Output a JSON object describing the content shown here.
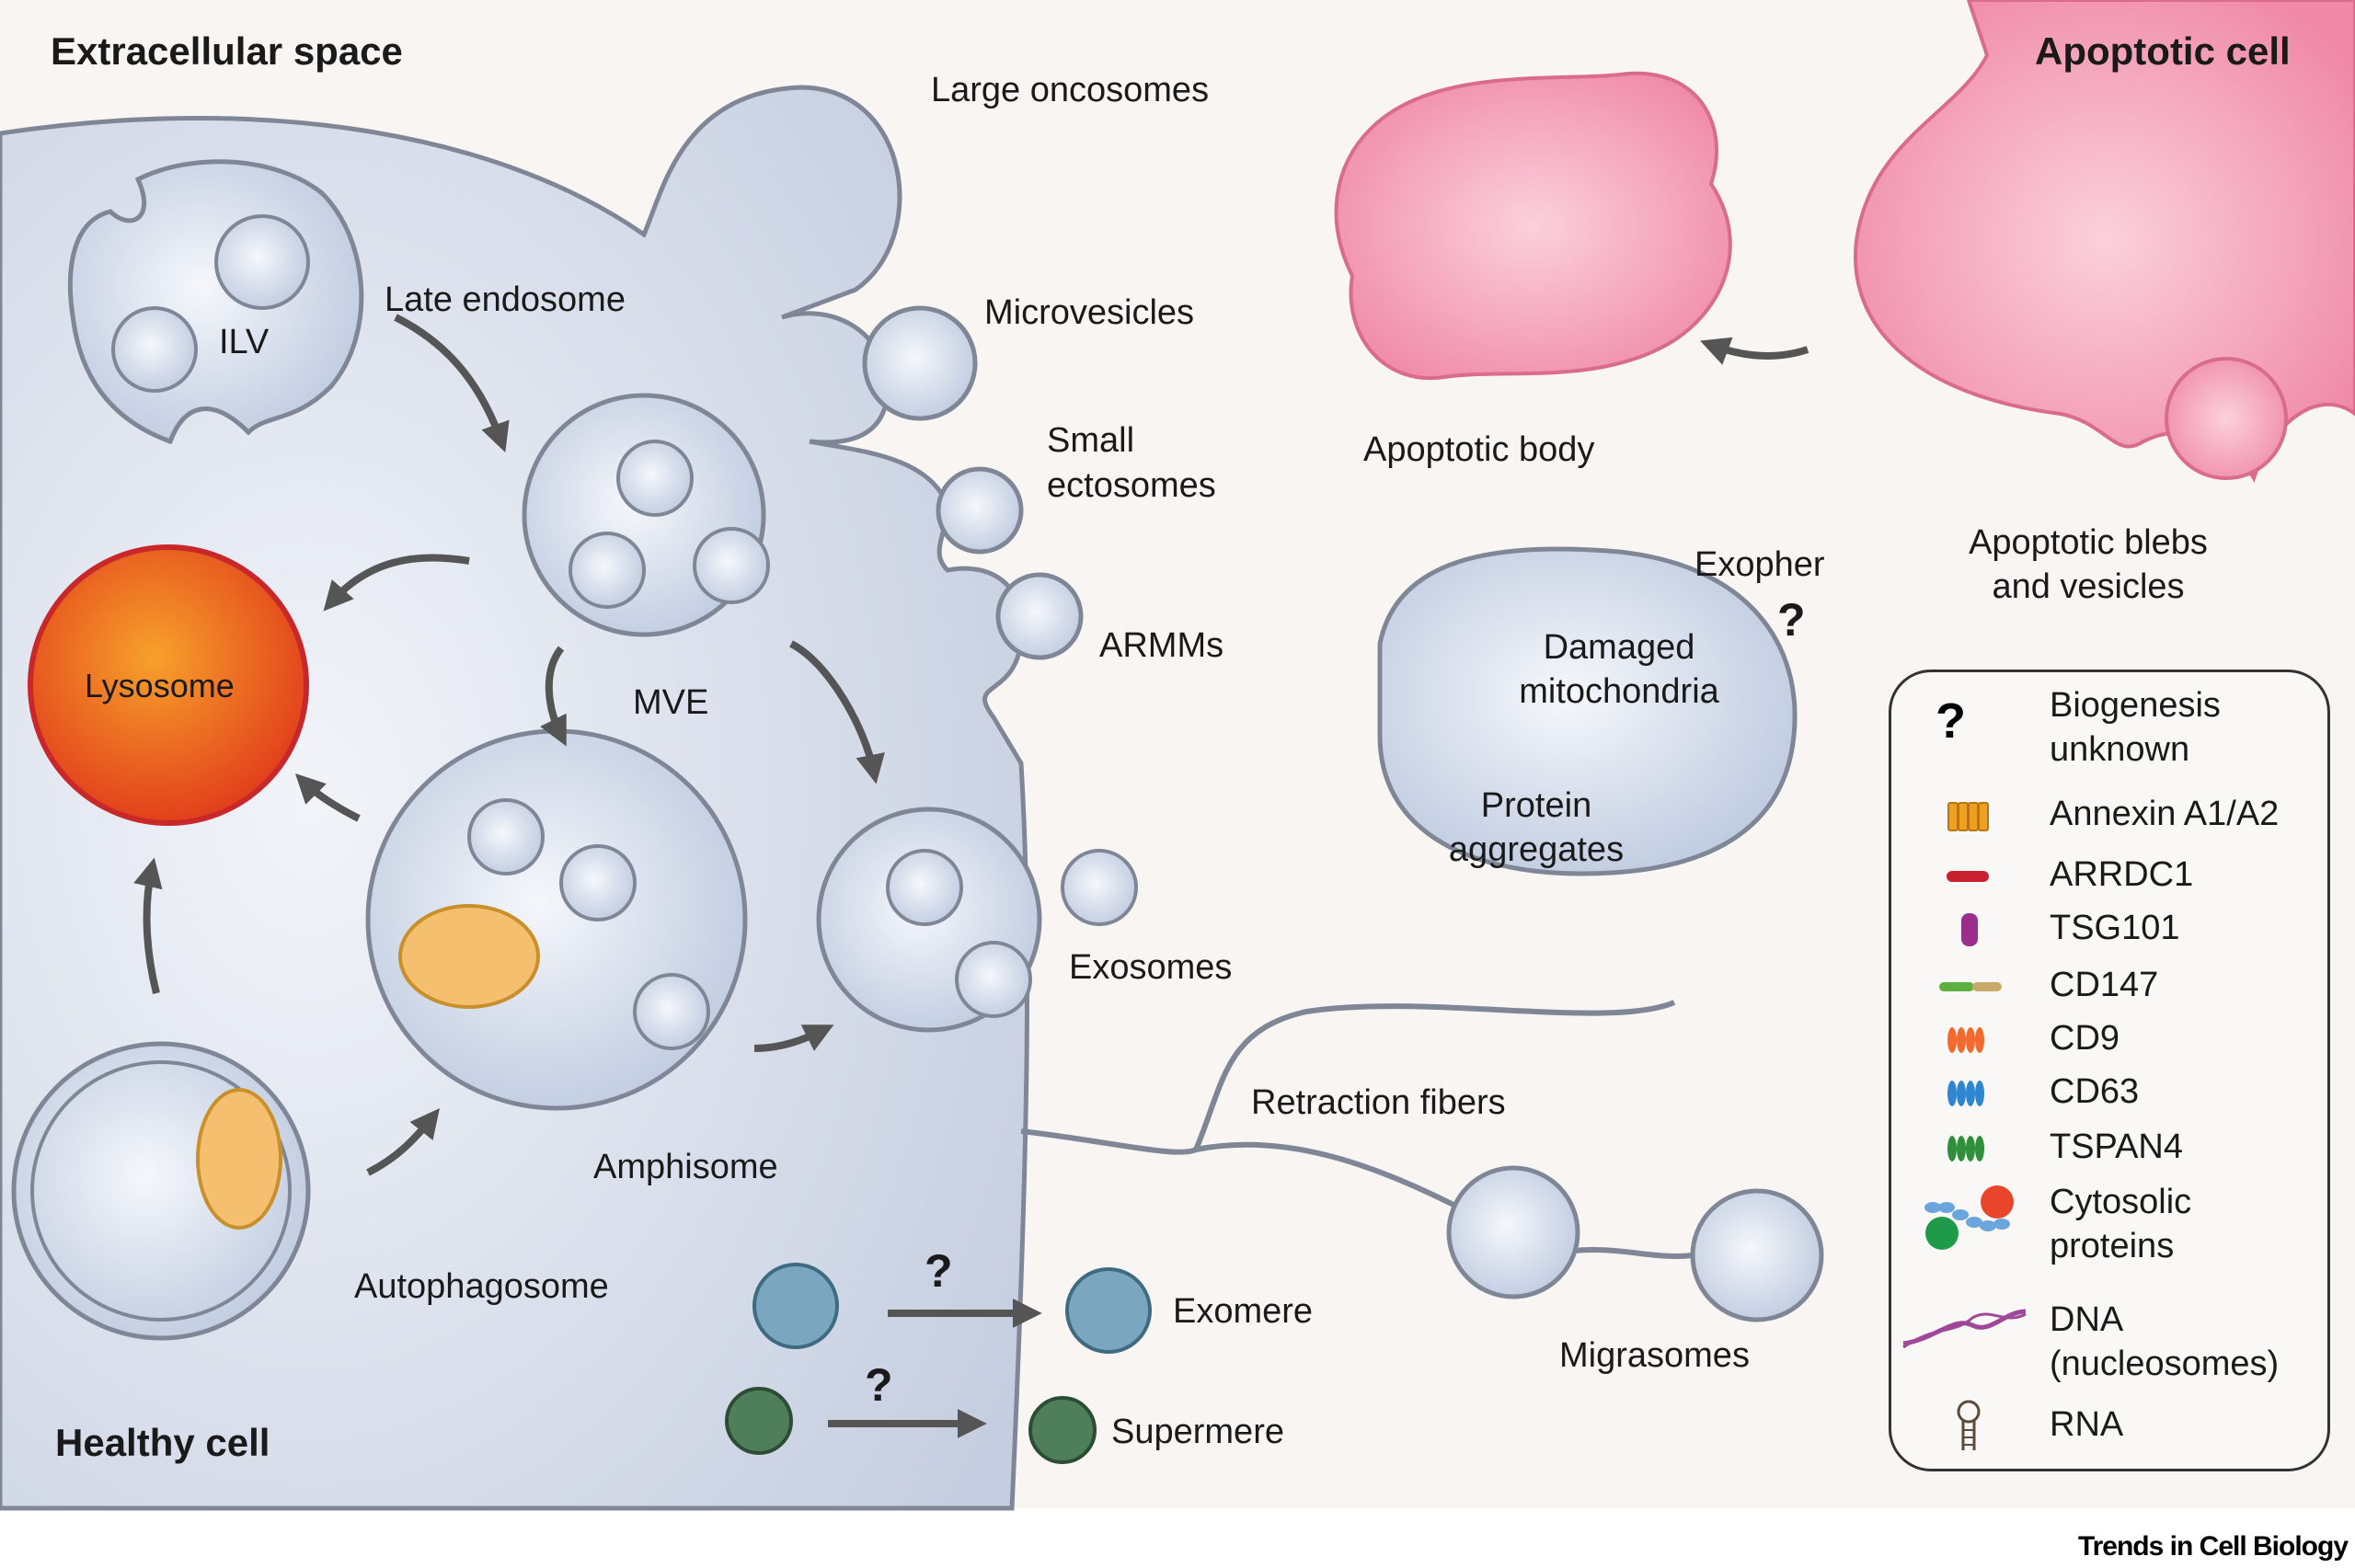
{
  "figure": {
    "regions": {
      "extracellular": "Extracellular space",
      "healthy_cell": "Healthy cell",
      "apoptotic_cell": "Apoptotic cell"
    },
    "labels": {
      "large_oncosomes": "Large oncosomes",
      "late_endosome": "Late endosome",
      "ilv": "ILV",
      "microvesicles": "Microvesicles",
      "small_ectosomes_1": "Small",
      "small_ectosomes_2": "ectosomes",
      "armms": "ARMMs",
      "mve": "MVE",
      "lysosome": "Lysosome",
      "amphisome": "Amphisome",
      "autophagosome": "Autophagosome",
      "exosomes": "Exosomes",
      "retraction_fibers": "Retraction fibers",
      "migrasomes": "Migrasomes",
      "exomere": "Exomere",
      "supermere": "Supermere",
      "apoptotic_body": "Apoptotic body",
      "apoptotic_blebs_1": "Apoptotic blebs",
      "apoptotic_blebs_2": "and vesicles",
      "exopher": "Exopher",
      "damaged_mito_1": "Damaged",
      "damaged_mito_2": "mitochondria",
      "protein_agg_1": "Protein",
      "protein_agg_2": "aggregates",
      "unknown_mark": "?"
    },
    "legend": [
      {
        "icon": "question-mark-icon",
        "label_1": "Biogenesis",
        "label_2": "unknown"
      },
      {
        "icon": "annexin-icon",
        "label_1": "Annexin A1/A2"
      },
      {
        "icon": "arrdc1-icon",
        "label_1": "ARRDC1"
      },
      {
        "icon": "tsg101-icon",
        "label_1": "TSG101"
      },
      {
        "icon": "cd147-icon",
        "label_1": "CD147"
      },
      {
        "icon": "cd9-icon",
        "label_1": "CD9"
      },
      {
        "icon": "cd63-icon",
        "label_1": "CD63"
      },
      {
        "icon": "tspan4-icon",
        "label_1": "TSPAN4"
      },
      {
        "icon": "cytosolic-proteins-icon",
        "label_1": "Cytosolic",
        "label_2": "proteins"
      },
      {
        "icon": "dna-icon",
        "label_1": "DNA",
        "label_2": "(nucleosomes)"
      },
      {
        "icon": "rna-icon",
        "label_1": "RNA"
      }
    ],
    "colors": {
      "background": "#f8f5f3",
      "cell_fill": "#d2d9e8",
      "membrane": "#7f8797",
      "apoptotic": "#f2a3b8",
      "apoptotic_edge": "#d96b8c",
      "lysosome": "#e94e1b",
      "annexin": "#f0a020",
      "arrdc1": "#c8202e",
      "tsg101": "#9b2d8e",
      "cd9": "#f26a2e",
      "cd63": "#2f86d0",
      "tspan4": "#2f8f3a",
      "protein_red": "#e8452a",
      "protein_green": "#1e9a4a",
      "protein_blue": "#6aa6dc",
      "dna": "#a0479a",
      "mito": "#f4a460"
    },
    "footer": "Trends in Cell Biology"
  }
}
